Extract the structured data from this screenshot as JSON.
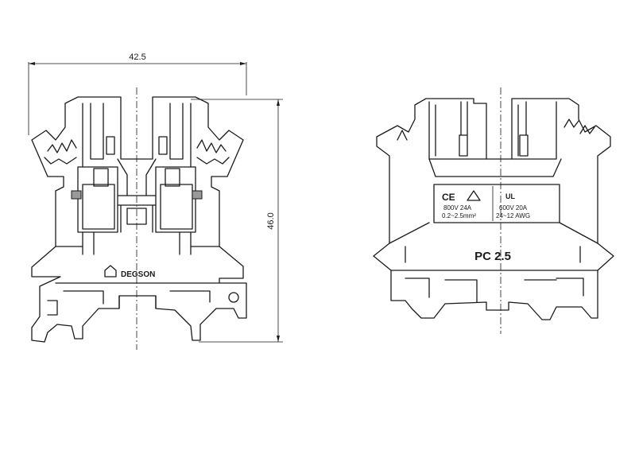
{
  "dimensions": {
    "width": "42.5",
    "height": "46.0"
  },
  "left_view": {
    "brand": "DEGSON"
  },
  "right_view": {
    "model": "PC 2.5",
    "ce_mark": "CE",
    "cert_mark": "UL",
    "rating_left_line1": "800V 24A",
    "rating_left_line2": "0.2~2.5mm²",
    "rating_right_line1": "600V 20A",
    "rating_right_line2": "24~12 AWG"
  }
}
